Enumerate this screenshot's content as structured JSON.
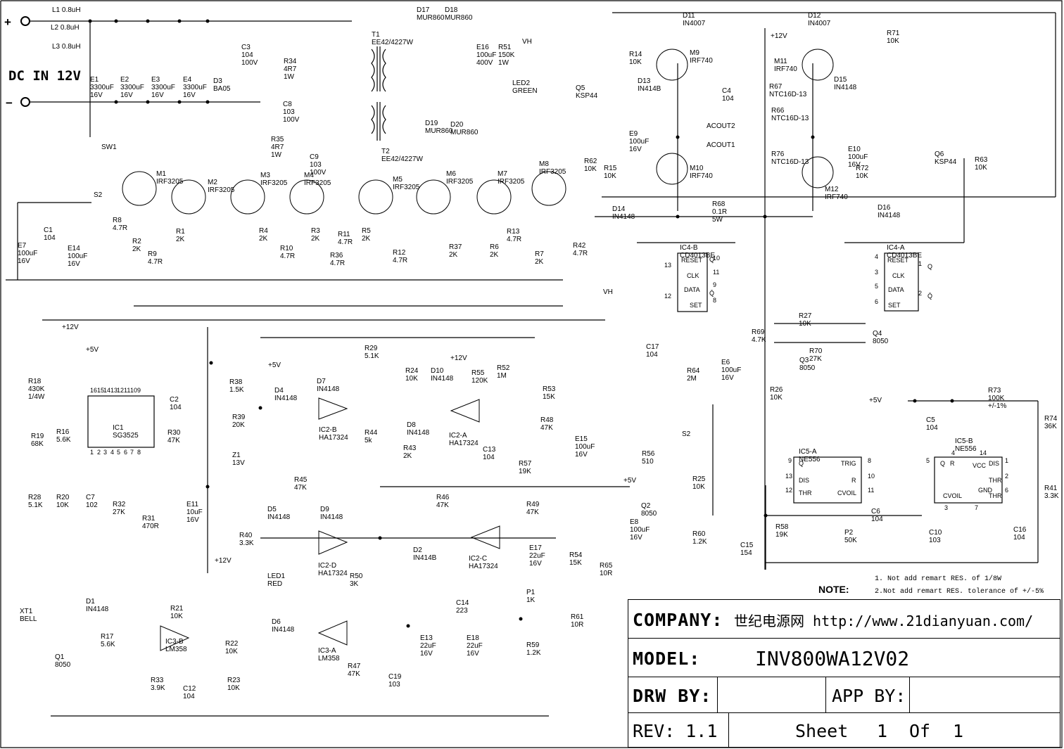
{
  "supply": {
    "plus": "+",
    "minus": "−",
    "dc_in_label": "DC IN 12V"
  },
  "inductors": [
    "L1 0.8uH",
    "L2 0.8uH",
    "L3 0.8uH"
  ],
  "components": [
    {
      "ref": "E1",
      "value": "3300uF",
      "extra": "16V"
    },
    {
      "ref": "E2",
      "value": "3300uF",
      "extra": "16V"
    },
    {
      "ref": "E3",
      "value": "3300uF",
      "extra": "16V"
    },
    {
      "ref": "E4",
      "value": "3300uF",
      "extra": "16V"
    },
    {
      "ref": "D3",
      "value": "BA05",
      "extra": ""
    },
    {
      "ref": "C3",
      "value": "104",
      "extra": "100V"
    },
    {
      "ref": "R34",
      "value": "4R7",
      "extra": "1W"
    },
    {
      "ref": "C8",
      "value": "103",
      "extra": "100V"
    },
    {
      "ref": "T1",
      "value": "EE42/4227W",
      "extra": ""
    },
    {
      "ref": "T2",
      "value": "EE42/4227W",
      "extra": ""
    },
    {
      "ref": "R35",
      "value": "4R7",
      "extra": "1W"
    },
    {
      "ref": "C9",
      "value": "103",
      "extra": "100V"
    },
    {
      "ref": "D17",
      "value": "MUR860",
      "extra": ""
    },
    {
      "ref": "D18",
      "value": "MUR860",
      "extra": ""
    },
    {
      "ref": "D19",
      "value": "MUR860",
      "extra": ""
    },
    {
      "ref": "D20",
      "value": "MUR860",
      "extra": ""
    },
    {
      "ref": "E16",
      "value": "100uF",
      "extra": "400V"
    },
    {
      "ref": "R51",
      "value": "150K",
      "extra": "1W"
    },
    {
      "ref": "LED2",
      "value": "GREEN",
      "extra": ""
    },
    {
      "ref": "SW1",
      "value": "",
      "extra": ""
    },
    {
      "ref": "M1",
      "value": "IRF3205",
      "extra": ""
    },
    {
      "ref": "M2",
      "value": "IRF3205",
      "extra": ""
    },
    {
      "ref": "M3",
      "value": "IRF3205",
      "extra": ""
    },
    {
      "ref": "M4",
      "value": "IRF3205",
      "extra": ""
    },
    {
      "ref": "M5",
      "value": "IRF3205",
      "extra": ""
    },
    {
      "ref": "M6",
      "value": "IRF3205",
      "extra": ""
    },
    {
      "ref": "M7",
      "value": "IRF3205",
      "extra": ""
    },
    {
      "ref": "M8",
      "value": "IRF3205",
      "extra": ""
    },
    {
      "ref": "E7",
      "value": "100uF",
      "extra": "16V"
    },
    {
      "ref": "C1",
      "value": "104",
      "extra": ""
    },
    {
      "ref": "E14",
      "value": "100uF",
      "extra": "16V"
    },
    {
      "ref": "R8",
      "value": "4.7R",
      "extra": ""
    },
    {
      "ref": "R2",
      "value": "2K",
      "extra": ""
    },
    {
      "ref": "R1",
      "value": "2K",
      "extra": ""
    },
    {
      "ref": "R9",
      "value": "4.7R",
      "extra": ""
    },
    {
      "ref": "R4",
      "value": "2K",
      "extra": ""
    },
    {
      "ref": "R10",
      "value": "4.7R",
      "extra": ""
    },
    {
      "ref": "R3",
      "value": "2K",
      "extra": ""
    },
    {
      "ref": "R36",
      "value": "4.7R",
      "extra": ""
    },
    {
      "ref": "R11",
      "value": "4.7R",
      "extra": ""
    },
    {
      "ref": "R5",
      "value": "2K",
      "extra": ""
    },
    {
      "ref": "R12",
      "value": "4.7R",
      "extra": ""
    },
    {
      "ref": "R37",
      "value": "2K",
      "extra": ""
    },
    {
      "ref": "R6",
      "value": "2K",
      "extra": ""
    },
    {
      "ref": "R13",
      "value": "4.7R",
      "extra": ""
    },
    {
      "ref": "R7",
      "value": "2K",
      "extra": ""
    },
    {
      "ref": "R42",
      "value": "4.7R",
      "extra": ""
    },
    {
      "ref": "M9",
      "value": "IRF740",
      "extra": ""
    },
    {
      "ref": "M10",
      "value": "IRF740",
      "extra": ""
    },
    {
      "ref": "M11",
      "value": "IRF740",
      "extra": ""
    },
    {
      "ref": "M12",
      "value": "IRF740",
      "extra": ""
    },
    {
      "ref": "D11",
      "value": "IN4007",
      "extra": ""
    },
    {
      "ref": "D12",
      "value": "IN4007",
      "extra": ""
    },
    {
      "ref": "R14",
      "value": "10K",
      "extra": ""
    },
    {
      "ref": "D13",
      "value": "IN414B",
      "extra": ""
    },
    {
      "ref": "Q5",
      "value": "KSP44",
      "extra": ""
    },
    {
      "ref": "C4",
      "value": "104",
      "extra": ""
    },
    {
      "ref": "E9",
      "value": "100uF",
      "extra": "16V"
    },
    {
      "ref": "R62",
      "value": "10K",
      "extra": ""
    },
    {
      "ref": "R15",
      "value": "10K",
      "extra": ""
    },
    {
      "ref": "D14",
      "value": "IN4148",
      "extra": ""
    },
    {
      "ref": "R67",
      "value": "NTC16D-13",
      "extra": ""
    },
    {
      "ref": "R66",
      "value": "NTC16D-13",
      "extra": ""
    },
    {
      "ref": "R76",
      "value": "NTC16D-13",
      "extra": ""
    },
    {
      "ref": "D15",
      "value": "IN4148",
      "extra": ""
    },
    {
      "ref": "R71",
      "value": "10K",
      "extra": ""
    },
    {
      "ref": "E10",
      "value": "100uF",
      "extra": "16V"
    },
    {
      "ref": "Q6",
      "value": "KSP44",
      "extra": ""
    },
    {
      "ref": "R63",
      "value": "10K",
      "extra": ""
    },
    {
      "ref": "R72",
      "value": "10K",
      "extra": ""
    },
    {
      "ref": "D16",
      "value": "IN4148",
      "extra": ""
    },
    {
      "ref": "R68",
      "value": "0.1R",
      "extra": "5W"
    },
    {
      "ref": "IC1",
      "value": "SG3525",
      "extra": ""
    },
    {
      "ref": "R18",
      "value": "430K",
      "extra": "1/4W"
    },
    {
      "ref": "R19",
      "value": "68K",
      "extra": ""
    },
    {
      "ref": "R16",
      "value": "5.6K",
      "extra": ""
    },
    {
      "ref": "C2",
      "value": "104",
      "extra": ""
    },
    {
      "ref": "R30",
      "value": "47K",
      "extra": ""
    },
    {
      "ref": "R28",
      "value": "5.1K",
      "extra": ""
    },
    {
      "ref": "R20",
      "value": "10K",
      "extra": ""
    },
    {
      "ref": "C7",
      "value": "102",
      "extra": ""
    },
    {
      "ref": "R32",
      "value": "27K",
      "extra": ""
    },
    {
      "ref": "R31",
      "value": "470R",
      "extra": ""
    },
    {
      "ref": "E11",
      "value": "10uF",
      "extra": "16V"
    },
    {
      "ref": "R38",
      "value": "1.5K",
      "extra": ""
    },
    {
      "ref": "R39",
      "value": "20K",
      "extra": ""
    },
    {
      "ref": "Z1",
      "value": "13V",
      "extra": ""
    },
    {
      "ref": "D4",
      "value": "IN4148",
      "extra": ""
    },
    {
      "ref": "D7",
      "value": "IN4148",
      "extra": ""
    },
    {
      "ref": "IC2-B",
      "value": "HA17324",
      "extra": ""
    },
    {
      "ref": "R29",
      "value": "5.1K",
      "extra": ""
    },
    {
      "ref": "R24",
      "value": "10K",
      "extra": ""
    },
    {
      "ref": "R44",
      "value": "5k",
      "extra": ""
    },
    {
      "ref": "R43",
      "value": "2K",
      "extra": ""
    },
    {
      "ref": "D10",
      "value": "IN4148",
      "extra": ""
    },
    {
      "ref": "R55",
      "value": "120K",
      "extra": ""
    },
    {
      "ref": "R52",
      "value": "1M",
      "extra": ""
    },
    {
      "ref": "R53",
      "value": "15K",
      "extra": ""
    },
    {
      "ref": "D8",
      "value": "IN4148",
      "extra": ""
    },
    {
      "ref": "IC2-A",
      "value": "HA17324",
      "extra": ""
    },
    {
      "ref": "C13",
      "value": "104",
      "extra": ""
    },
    {
      "ref": "R57",
      "value": "19K",
      "extra": ""
    },
    {
      "ref": "R48",
      "value": "47K",
      "extra": ""
    },
    {
      "ref": "E15",
      "value": "100uF",
      "extra": "16V"
    },
    {
      "ref": "R45",
      "value": "47K",
      "extra": ""
    },
    {
      "ref": "R46",
      "value": "47K",
      "extra": ""
    },
    {
      "ref": "D5",
      "value": "IN4148",
      "extra": ""
    },
    {
      "ref": "D9",
      "value": "IN4148",
      "extra": ""
    },
    {
      "ref": "IC2-D",
      "value": "HA17324",
      "extra": ""
    },
    {
      "ref": "D2",
      "value": "IN414B",
      "extra": ""
    },
    {
      "ref": "IC2-C",
      "value": "HA17324",
      "extra": ""
    },
    {
      "ref": "R49",
      "value": "47K",
      "extra": ""
    },
    {
      "ref": "E17",
      "value": "22uF",
      "extra": "16V"
    },
    {
      "ref": "R54",
      "value": "15K",
      "extra": ""
    },
    {
      "ref": "R65",
      "value": "10R",
      "extra": ""
    },
    {
      "ref": "R61",
      "value": "10R",
      "extra": ""
    },
    {
      "ref": "R40",
      "value": "3.3K",
      "extra": ""
    },
    {
      "ref": "LED1",
      "value": "RED",
      "extra": ""
    },
    {
      "ref": "R50",
      "value": "3K",
      "extra": ""
    },
    {
      "ref": "C14",
      "value": "223",
      "extra": ""
    },
    {
      "ref": "P1",
      "value": "1K",
      "extra": ""
    },
    {
      "ref": "R59",
      "value": "1.2K",
      "extra": ""
    },
    {
      "ref": "E13",
      "value": "22uF",
      "extra": "16V"
    },
    {
      "ref": "E18",
      "value": "22uF",
      "extra": "16V"
    },
    {
      "ref": "C19",
      "value": "103",
      "extra": ""
    },
    {
      "ref": "R47",
      "value": "47K",
      "extra": ""
    },
    {
      "ref": "XT1",
      "value": "BELL",
      "extra": ""
    },
    {
      "ref": "D1",
      "value": "IN4148",
      "extra": ""
    },
    {
      "ref": "Q1",
      "value": "8050",
      "extra": ""
    },
    {
      "ref": "R17",
      "value": "5.6K",
      "extra": ""
    },
    {
      "ref": "R21",
      "value": "10K",
      "extra": ""
    },
    {
      "ref": "IC3-B",
      "value": "LM358",
      "extra": ""
    },
    {
      "ref": "R33",
      "value": "3.9K",
      "extra": ""
    },
    {
      "ref": "C12",
      "value": "104",
      "extra": ""
    },
    {
      "ref": "R22",
      "value": "10K",
      "extra": ""
    },
    {
      "ref": "D6",
      "value": "IN4148",
      "extra": ""
    },
    {
      "ref": "IC3-A",
      "value": "LM358",
      "extra": ""
    },
    {
      "ref": "R23",
      "value": "10K",
      "extra": ""
    },
    {
      "ref": "R56",
      "value": "510",
      "extra": ""
    },
    {
      "ref": "Q2",
      "value": "8050",
      "extra": ""
    },
    {
      "ref": "R25",
      "value": "10K",
      "extra": ""
    },
    {
      "ref": "R60",
      "value": "1.2K",
      "extra": ""
    },
    {
      "ref": "E8",
      "value": "100uF",
      "extra": "16V"
    },
    {
      "ref": "IC4-B",
      "value": "CD4013BE",
      "extra": ""
    },
    {
      "ref": "IC4-A",
      "value": "CD4013BE",
      "extra": ""
    },
    {
      "ref": "C17",
      "value": "104",
      "extra": ""
    },
    {
      "ref": "R64",
      "value": "2M",
      "extra": ""
    },
    {
      "ref": "E6",
      "value": "100uF",
      "extra": "16V"
    },
    {
      "ref": "R69",
      "value": "4.7K",
      "extra": ""
    },
    {
      "ref": "R27",
      "value": "10K",
      "extra": ""
    },
    {
      "ref": "R70",
      "value": "27K",
      "extra": ""
    },
    {
      "ref": "Q3",
      "value": "8050",
      "extra": ""
    },
    {
      "ref": "Q4",
      "value": "8050",
      "extra": ""
    },
    {
      "ref": "R26",
      "value": "10K",
      "extra": ""
    },
    {
      "ref": "C5",
      "value": "104",
      "extra": ""
    },
    {
      "ref": "R73",
      "value": "100K",
      "extra": "+/-1%"
    },
    {
      "ref": "R74",
      "value": "36K",
      "extra": ""
    },
    {
      "ref": "IC5-A",
      "value": "NE556",
      "extra": ""
    },
    {
      "ref": "IC5-B",
      "value": "NE556",
      "extra": ""
    },
    {
      "ref": "C6",
      "value": "104",
      "extra": ""
    },
    {
      "ref": "C10",
      "value": "103",
      "extra": ""
    },
    {
      "ref": "R41",
      "value": "3.3K",
      "extra": ""
    },
    {
      "ref": "C16",
      "value": "104",
      "extra": ""
    },
    {
      "ref": "R58",
      "value": "19K",
      "extra": ""
    },
    {
      "ref": "P2",
      "value": "50K",
      "extra": ""
    },
    {
      "ref": "C15",
      "value": "154",
      "extra": ""
    }
  ],
  "nets": {
    "vh": "VH",
    "plus12": "+12V",
    "plus5": "+5V",
    "s2": "S2",
    "acout1": "ACOUT1",
    "acout2": "ACOUT2"
  },
  "pins": {
    "ic1": [
      "16",
      "15",
      "14",
      "13",
      "12",
      "11",
      "10",
      "9",
      "1",
      "2",
      "3",
      "4",
      "5",
      "6",
      "7",
      "8"
    ],
    "ic4b": [
      "RESET",
      "CLK",
      "DATA",
      "SET",
      "Q",
      "Q̄",
      "10",
      "11",
      "9",
      "8",
      "13",
      "12"
    ],
    "ic4a": [
      "RESET",
      "CLK",
      "DATA",
      "SET",
      "Q",
      "Q̄",
      "4",
      "3",
      "5",
      "6",
      "1",
      "2"
    ],
    "ic5a": [
      "Q",
      "DIS",
      "THR",
      "TRIG",
      "R",
      "CVOIL",
      "9",
      "13",
      "12",
      "8",
      "10",
      "11"
    ],
    "ic5b": [
      "Q",
      "R",
      "VCC",
      "DIS",
      "THR",
      "THR",
      "CVOIL",
      "GND",
      "5",
      "4",
      "14",
      "1",
      "2",
      "6",
      "3",
      "7"
    ]
  },
  "notes": {
    "title": "NOTE:",
    "items": [
      "1. Not add remart RES. of 1/8W",
      "2.Not add remart RES. tolerance of +/-5%"
    ]
  },
  "title_block": {
    "company_label": "COMPANY:",
    "company_value": "世纪电源网  http://www.21dianyuan.com/",
    "model_label": "MODEL:",
    "model_value": "INV800WA12V02",
    "drw_label": "DRW BY:",
    "drw_value": "",
    "app_label": "APP BY:",
    "app_value": "",
    "rev_label": "REV: 1.1",
    "sheet_label": "Sheet",
    "sheet_num": "1",
    "of_label": "Of",
    "sheet_total": "1"
  }
}
